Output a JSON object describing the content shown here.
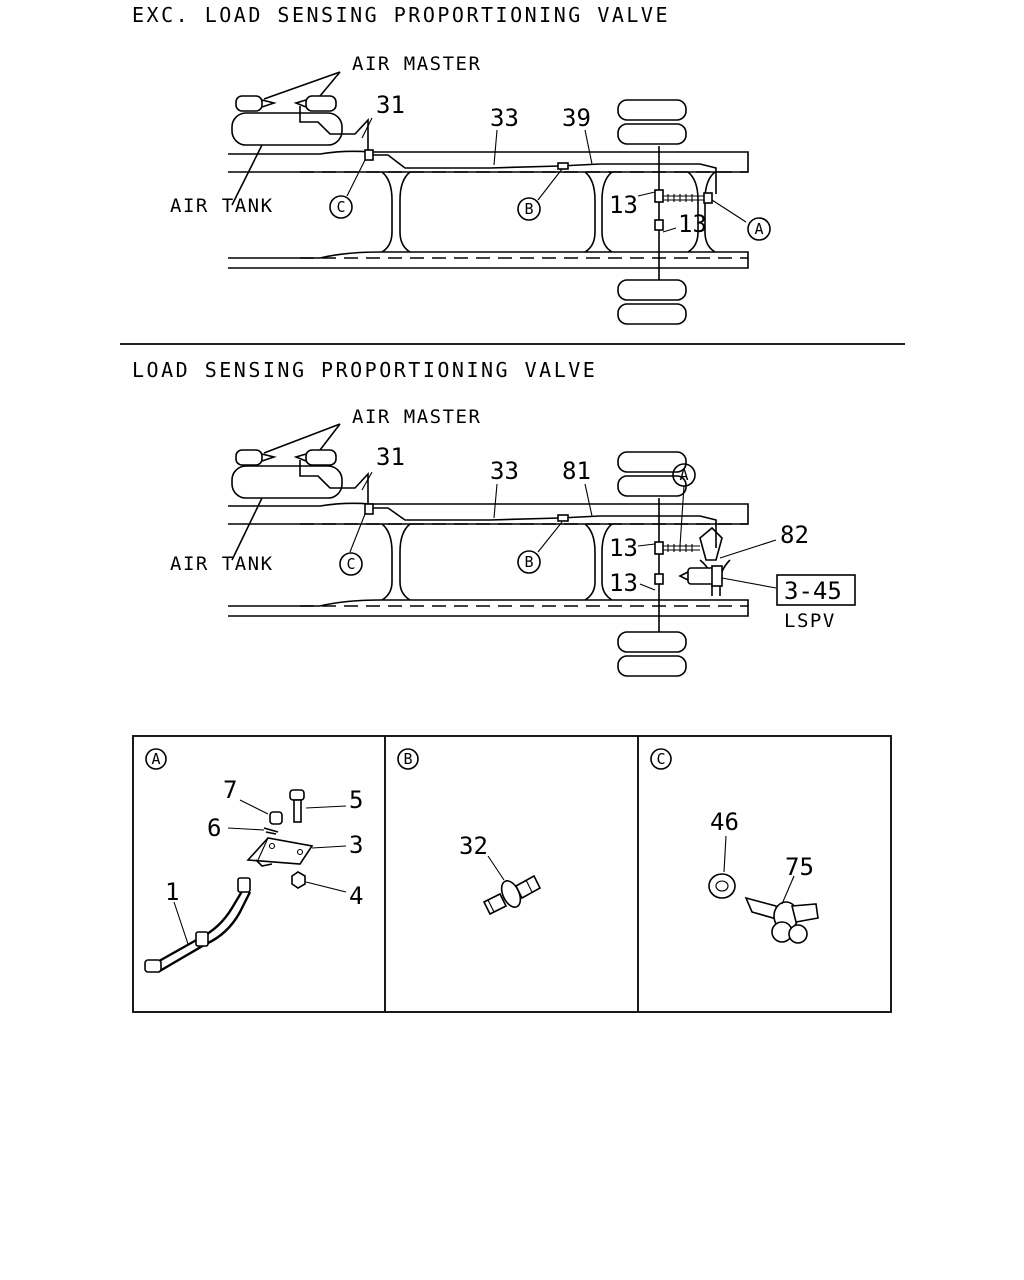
{
  "sections": {
    "exc_title": "EXC. LOAD SENSING PROPORTIONING VALVE",
    "lspv_title": "LOAD SENSING PROPORTIONING VALVE"
  },
  "labels": {
    "air_master": "AIR MASTER",
    "air_tank": "AIR TANK",
    "lspv": "LSPV",
    "ref_box": "3-45"
  },
  "callouts": {
    "A": "A",
    "B": "B",
    "C": "C"
  },
  "parts_top": {
    "p31": "31",
    "p33": "33",
    "p39": "39",
    "p13a": "13",
    "p13b": "13"
  },
  "parts_bottom": {
    "p31": "31",
    "p33": "33",
    "p81": "81",
    "p82": "82",
    "p13a": "13",
    "p13b": "13"
  },
  "detail_a": {
    "p1": "1",
    "p3": "3",
    "p4": "4",
    "p5": "5",
    "p6": "6",
    "p7": "7"
  },
  "detail_b": {
    "p32": "32"
  },
  "detail_c": {
    "p46": "46",
    "p75": "75"
  }
}
